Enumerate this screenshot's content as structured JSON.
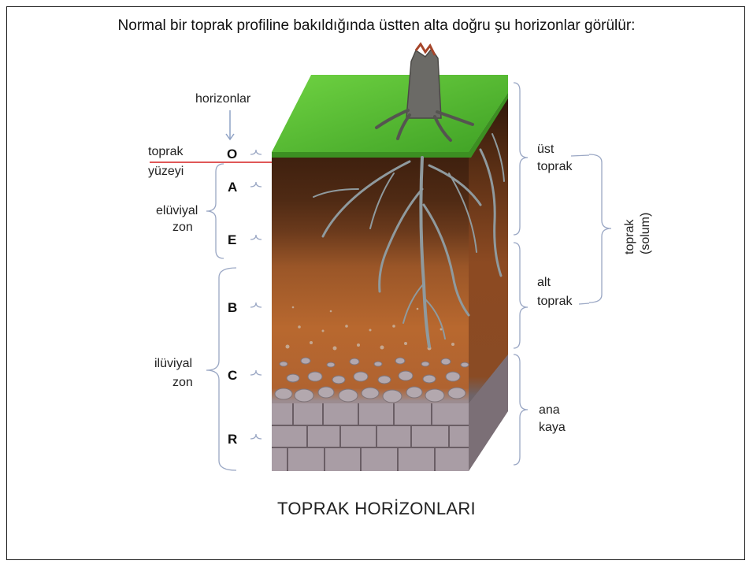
{
  "heading": "Normal bir toprak profiline bakıldığında üstten alta doğru şu horizonlar görülür:",
  "caption": "TOPRAK HORİZONLARI",
  "left_labels": {
    "horizonlar": "horizonlar",
    "surface_line1": "toprak",
    "surface_line2": "yüzeyi",
    "eluvial_line1": "elüviyal",
    "eluvial_line2": "zon",
    "illuvial_line1": "ilüviyal",
    "illuvial_line2": "zon"
  },
  "horizons": [
    "O",
    "A",
    "E",
    "B",
    "C",
    "R"
  ],
  "right_labels": {
    "topsoil_line1": "üst",
    "topsoil_line2": "toprak",
    "subsoil_line1": "alt",
    "subsoil_line2": "toprak",
    "parent_line1": "ana",
    "parent_line2": "kaya",
    "solum_line1": "toprak",
    "solum_line2": "(solum)"
  },
  "colors": {
    "grass": "#5cc238",
    "soil_dark": "#4a2712",
    "soil_mid": "#8a4e28",
    "soil_orange": "#b7662f",
    "rock": "#a79aa2",
    "bracket": "#9aa7c4",
    "surface_line": "#d62020"
  }
}
